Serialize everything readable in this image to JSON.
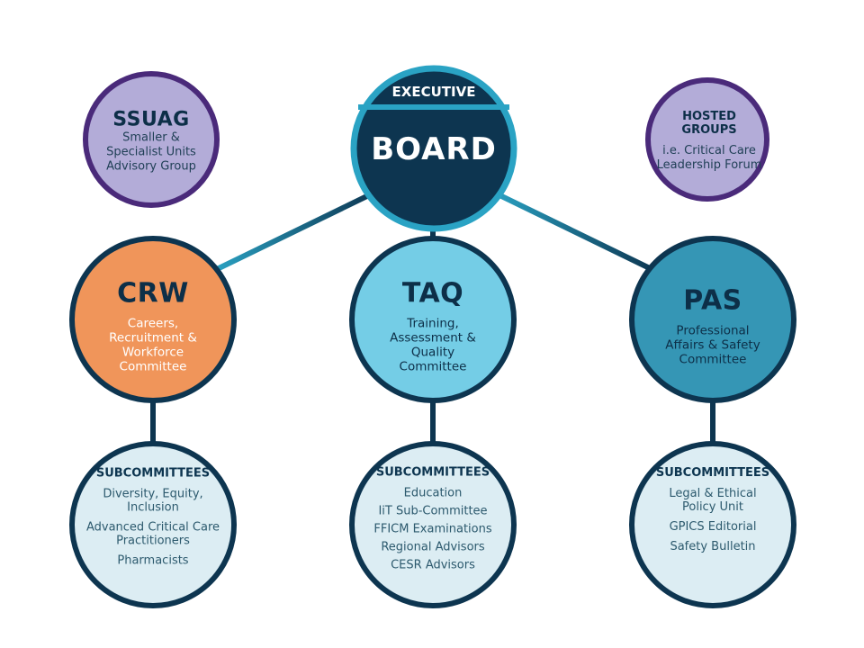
{
  "colors": {
    "navy": "#0d3550",
    "teal": "#2aa3c4",
    "purple": "#4a2a7a",
    "lavender": "#b3acd8",
    "orange": "#f0955a",
    "lightblue": "#74cde6",
    "midblue": "#3596b5",
    "pale": "#dcedf3"
  },
  "board": {
    "top": "EXECUTIVE",
    "main": "BOARD"
  },
  "ssuag": {
    "title": "SSUAG",
    "desc": "Smaller & Specialist Units Advisory Group"
  },
  "hosted": {
    "title": "HOSTED GROUPS",
    "desc": "i.e. Critical Care Leadership Forum"
  },
  "committees": [
    {
      "title": "CRW",
      "desc": "Careers, Recruitment & Workforce Committee"
    },
    {
      "title": "TAQ",
      "desc": "Training, Assessment & Quality Committee"
    },
    {
      "title": "PAS",
      "desc": "Professional Affairs & Safety Committee"
    }
  ],
  "subcommittees": [
    {
      "heading": "SUBCOMMITTEES",
      "items": [
        "Diversity, Equity, Inclusion",
        "Advanced Critical Care Practitioners",
        "Pharmacists"
      ]
    },
    {
      "heading": "SUBCOMMITTEES",
      "items": [
        "Education",
        "IiT Sub-Committee",
        "FFICM Examinations",
        "Regional Advisors",
        "CESR Advisors"
      ]
    },
    {
      "heading": "SUBCOMMITTEES",
      "items": [
        "Legal & Ethical Policy Unit",
        "GPICS Editorial",
        "Safety Bulletin"
      ]
    }
  ]
}
